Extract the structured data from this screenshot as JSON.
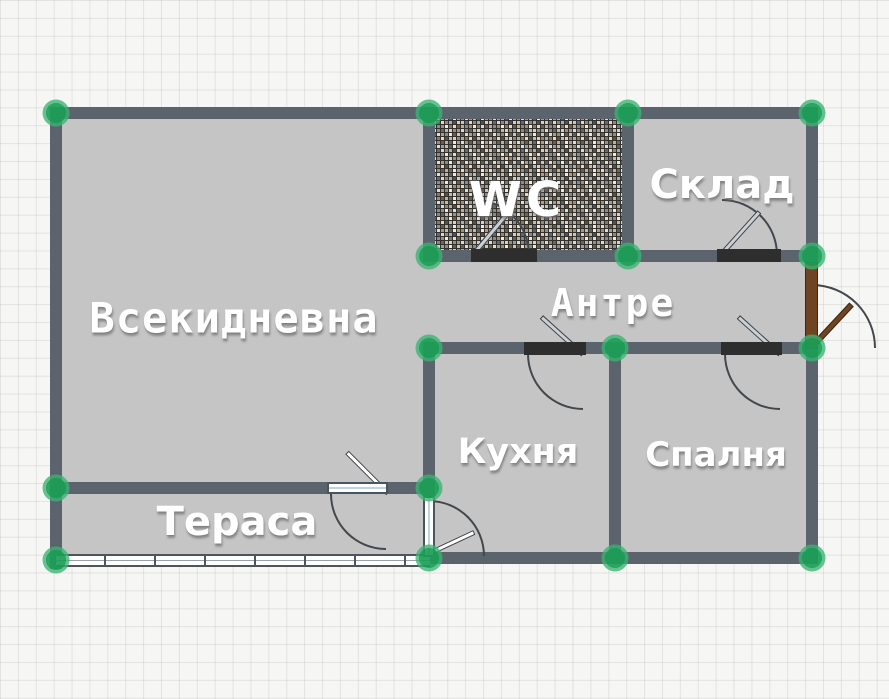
{
  "plan": {
    "rooms": {
      "living": {
        "label": "Всекидневна"
      },
      "wc": {
        "label": "WC"
      },
      "storage": {
        "label": "Склад"
      },
      "hall": {
        "label": "Антре"
      },
      "kitchen": {
        "label": "Кухня"
      },
      "bedroom": {
        "label": "Спалня"
      },
      "terrace": {
        "label": "Тераса"
      }
    },
    "colors": {
      "wall": "#5b646d",
      "room_fill": "#c5c5c5",
      "vertex_node_green": "#27a862",
      "entrance_door_brown": "#6f4423",
      "interior_door_bar": "#2e2e2e",
      "background": "#f6f6f4",
      "grid_line": "#e2e2e0",
      "label_text": "#ffffff"
    },
    "elements": {
      "vertex_node_count": 16,
      "doors": [
        "wc-door",
        "storage-door",
        "kitchen-door",
        "bedroom-door",
        "balcony-door",
        "terrace-kitchen-door",
        "entrance-door"
      ],
      "windows": [
        "terrace-window-band"
      ]
    }
  }
}
